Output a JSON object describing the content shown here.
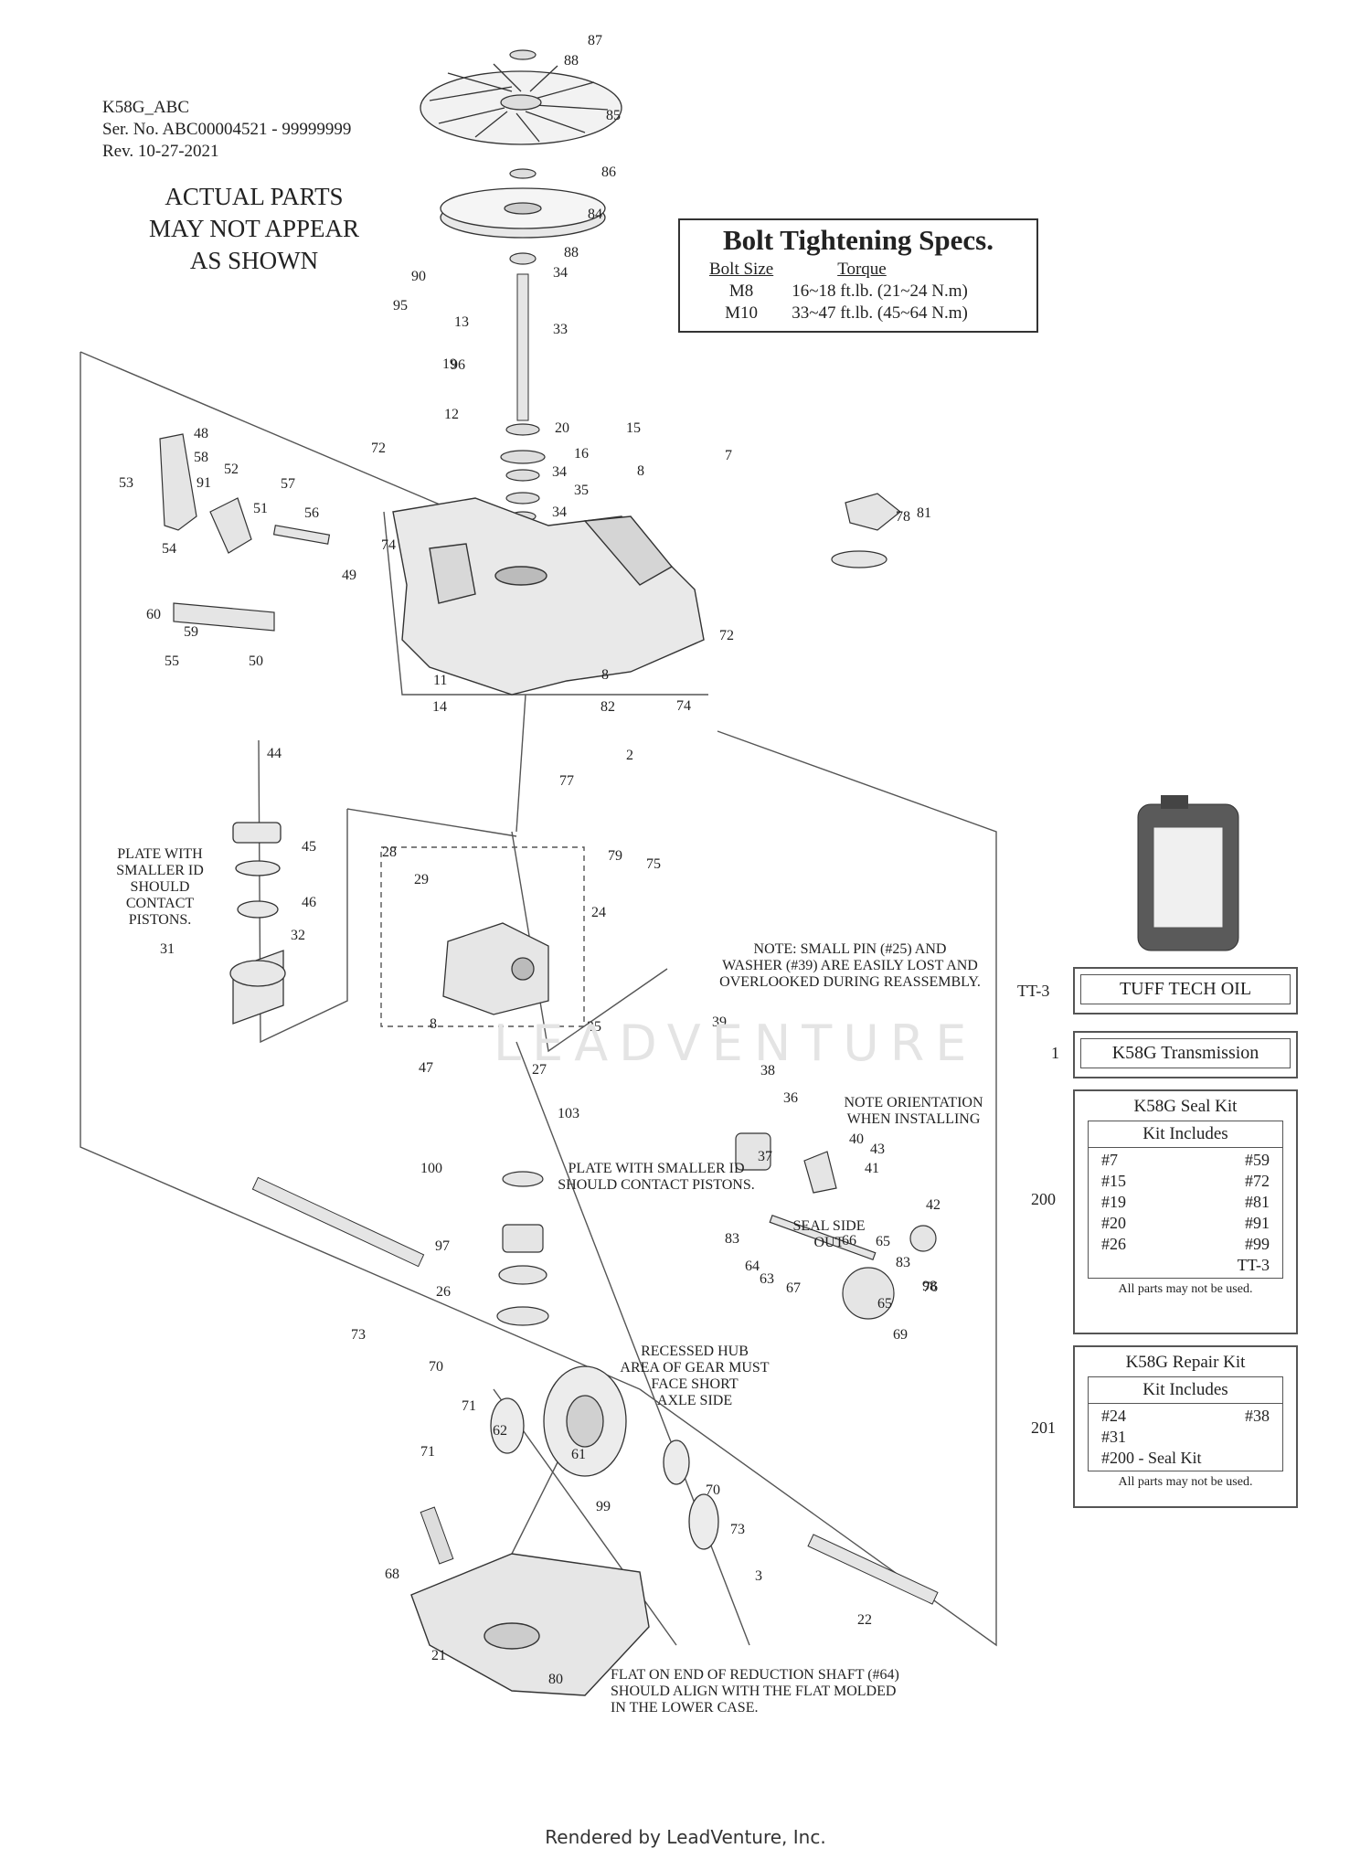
{
  "header": {
    "model": "K58G_ABC",
    "serial": "Ser. No. ABC00004521 - 99999999",
    "revision": "Rev. 10-27-2021"
  },
  "disclaimer": [
    "ACTUAL PARTS",
    "MAY NOT APPEAR",
    "AS SHOWN"
  ],
  "bolt_specs": {
    "title": "Bolt Tightening Specs.",
    "col_size": "Bolt Size",
    "col_torque": "Torque",
    "rows": [
      {
        "size": "M8",
        "torque": "16~18 ft.lb. (21~24 N.m)"
      },
      {
        "size": "M10",
        "torque": "33~47 ft.lb. (45~64 N.m)"
      }
    ]
  },
  "callouts": {
    "plate_left": [
      "PLATE WITH",
      "SMALLER ID",
      "SHOULD",
      "CONTACT",
      "PISTONS."
    ],
    "pin_note": [
      "NOTE: SMALL PIN (#25) AND",
      "WASHER (#39) ARE EASILY LOST AND",
      "OVERLOOKED DURING REASSEMBLY."
    ],
    "orientation": [
      "NOTE ORIENTATION",
      "WHEN INSTALLING"
    ],
    "plate_right": [
      "PLATE WITH SMALLER ID",
      "SHOULD CONTACT PISTONS."
    ],
    "seal_side": [
      "SEAL SIDE",
      "OUT"
    ],
    "recessed_hub": [
      "RECESSED HUB",
      "AREA OF GEAR MUST",
      "FACE SHORT",
      "AXLE SIDE"
    ],
    "flat_end": [
      "FLAT ON END OF REDUCTION SHAFT (#64)",
      "SHOULD ALIGN WITH THE FLAT MOLDED",
      "IN THE LOWER CASE."
    ]
  },
  "side_items": {
    "oil": {
      "ref": "TT-3",
      "name": "TUFF TECH OIL"
    },
    "transmission": {
      "ref": "1",
      "name": "K58G Transmission"
    }
  },
  "seal_kit": {
    "ref": "200",
    "title": "K58G Seal Kit",
    "includes_label": "Kit Includes",
    "items": [
      "#7",
      "#59",
      "#15",
      "#72",
      "#19",
      "#81",
      "#20",
      "#91",
      "#26",
      "#99",
      "",
      "TT-3"
    ],
    "note": "All parts may not be used."
  },
  "repair_kit": {
    "ref": "201",
    "title": "K58G Repair Kit",
    "includes_label": "Kit Includes",
    "items": [
      "#24",
      "#38",
      "#31",
      "",
      "#200 - Seal Kit",
      ""
    ],
    "note": "All parts may not be used."
  },
  "part_labels": [
    "87",
    "88",
    "85",
    "86",
    "84",
    "88",
    "34",
    "33",
    "90",
    "95",
    "13",
    "19",
    "96",
    "12",
    "20",
    "16",
    "34",
    "35",
    "34",
    "15",
    "8",
    "7",
    "72",
    "74",
    "48",
    "58",
    "91",
    "52",
    "53",
    "57",
    "51",
    "56",
    "54",
    "49",
    "60",
    "59",
    "55",
    "50",
    "11",
    "14",
    "8",
    "82",
    "72",
    "74",
    "2",
    "77",
    "79",
    "75",
    "44",
    "45",
    "46",
    "31",
    "32",
    "28",
    "29",
    "24",
    "8",
    "47",
    "27",
    "25",
    "39",
    "38",
    "36",
    "103",
    "100",
    "97",
    "26",
    "37",
    "40",
    "41",
    "43",
    "42",
    "83",
    "64",
    "65",
    "63",
    "67",
    "66",
    "65",
    "83",
    "69",
    "73",
    "70",
    "71",
    "62",
    "61",
    "99",
    "71",
    "70",
    "73",
    "3",
    "68",
    "22",
    "21",
    "80",
    "98",
    "76",
    "81",
    "78"
  ],
  "watermark": "LEADVENTURE",
  "footer": "Rendered by LeadVenture, Inc."
}
